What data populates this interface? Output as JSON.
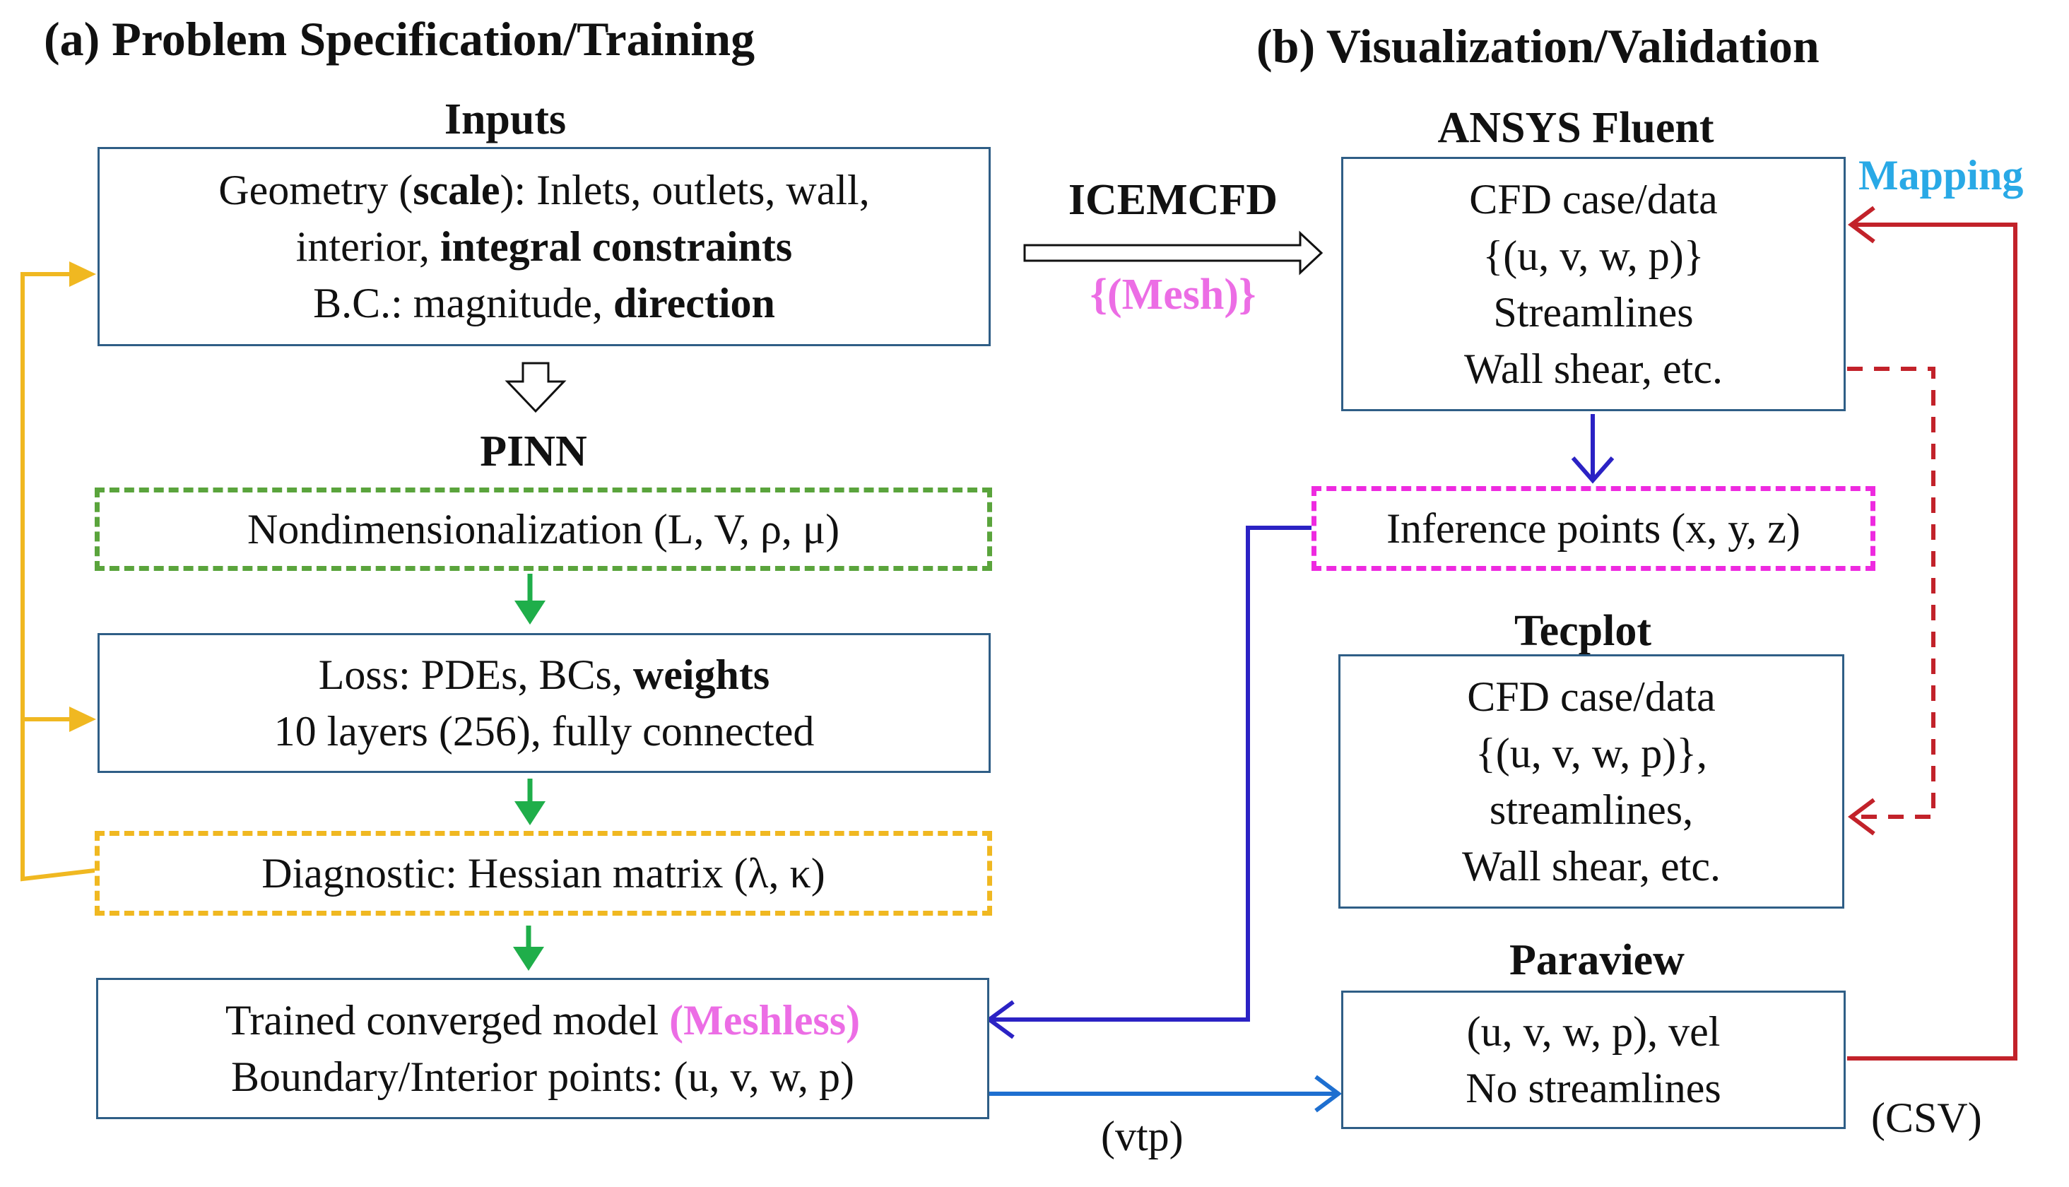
{
  "headers": {
    "left": "(a) Problem Specification/Training",
    "right": "(b) Visualization/Validation"
  },
  "left": {
    "inputs_title": "Inputs",
    "inputs_box": {
      "l1_a": "Geometry (",
      "l1_b": "scale",
      "l1_c": "): Inlets, outlets, wall,",
      "l2_a": "interior, ",
      "l2_b": "integral constraints",
      "l3_a": "B.C.: magnitude, ",
      "l3_b": "direction"
    },
    "pinn_title": "PINN",
    "nondim": "Nondimensionalization (L, V, ρ, μ)",
    "loss": {
      "l1_a": "Loss: PDEs, BCs, ",
      "l1_b": "weights",
      "l2": "10 layers (256), fully connected"
    },
    "diagnostic": "Diagnostic: Hessian matrix (λ, κ)",
    "trained": {
      "l1_a": "Trained converged model ",
      "l1_b": "(Meshless)",
      "l2": "Boundary/Interior points: (u, v, w, p)"
    }
  },
  "middle": {
    "icemcfd": "ICEMCFD",
    "mesh": "{(Mesh)}",
    "vtp": "(vtp)"
  },
  "right": {
    "ansys_title": "ANSYS Fluent",
    "ansys_box": [
      "CFD case/data",
      "{(u, v, w, p)}",
      "Streamlines",
      "Wall shear, etc."
    ],
    "mapping": "Mapping",
    "inference": "Inference points (x, y, z)",
    "tecplot_title": "Tecplot",
    "tecplot_box": [
      "CFD case/data",
      "{(u, v, w, p)},",
      "streamlines,",
      "Wall shear, etc."
    ],
    "paraview_title": "Paraview",
    "paraview_box": [
      "(u, v, w, p), vel",
      "No streamlines"
    ],
    "csv": "(CSV)"
  },
  "colors": {
    "box_border": "#2f5e86",
    "green": "#1fae4a",
    "orange": "#f0b821",
    "pink": "#ee2ae0",
    "blue_dark": "#2b22c4",
    "blue_light": "#1e6fd0",
    "red": "#c2222a",
    "cyan": "#29a9e6"
  }
}
